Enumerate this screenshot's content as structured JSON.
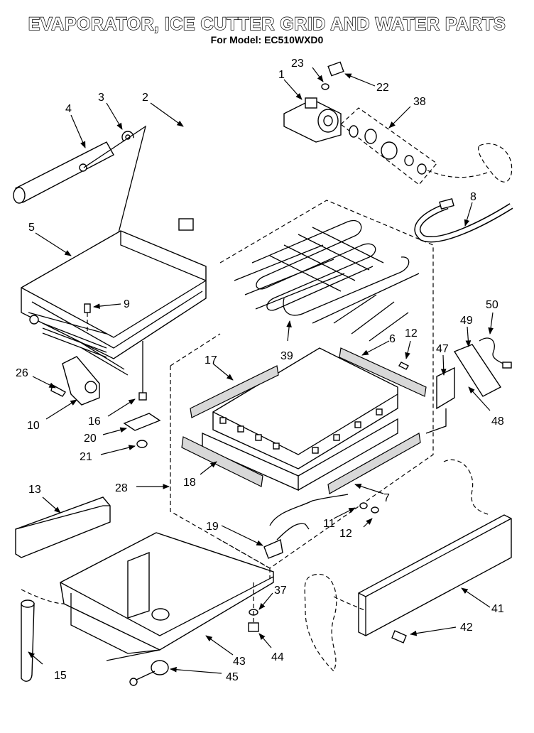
{
  "header": {
    "title": "EVAPORATOR, ICE CUTTER GRID AND WATER PARTS",
    "subtitle": "For Model: EC510WXD0"
  },
  "callouts": [
    "1",
    "2",
    "3",
    "4",
    "5",
    "6",
    "7",
    "8",
    "9",
    "10",
    "11",
    "12",
    "12",
    "13",
    "15",
    "16",
    "17",
    "18",
    "19",
    "20",
    "21",
    "22",
    "23",
    "26",
    "28",
    "37",
    "38",
    "39",
    "41",
    "42",
    "43",
    "44",
    "45",
    "47",
    "48",
    "49",
    "50"
  ]
}
